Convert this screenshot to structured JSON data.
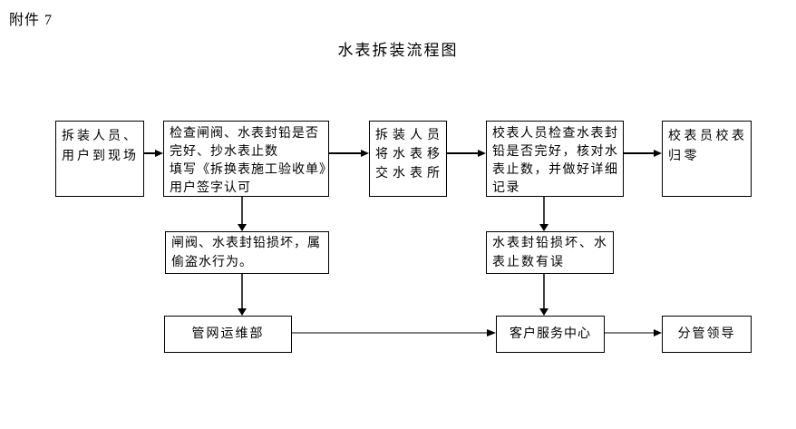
{
  "page": {
    "attachment_label": "附件 7",
    "title": "水表拆装流程图"
  },
  "flowchart": {
    "boxes": {
      "arrive": {
        "lines": [
          "拆装人员、",
          "用户到现场"
        ]
      },
      "check": {
        "lines": [
          "检查闸阀、水表封铅是否",
          "完好、抄水表止数",
          "填写《拆换表施工验收单》",
          "用户签字认可"
        ]
      },
      "transfer": {
        "lines": [
          "拆装人员",
          "将水表移",
          "交水表所"
        ]
      },
      "verify": {
        "lines": [
          "校表人员检查水表封",
          "铅是否完好，核对水",
          "表止数，并做好详细",
          "记录"
        ]
      },
      "reset": {
        "lines": [
          "校表员校表",
          "归零"
        ]
      },
      "damage_theft": {
        "lines": [
          "闸阀、水表封铅损坏，属",
          "偷盗水行为。"
        ]
      },
      "damage_error": {
        "lines": [
          "水表封铅损坏、水",
          "表止数有误"
        ]
      },
      "pipeline_dept": {
        "label": "管网运维部"
      },
      "service_center": {
        "label": "客户服务中心"
      },
      "leader": {
        "label": "分管领导"
      }
    },
    "colors": {
      "line_black": "#000000",
      "line_dark": "#404040",
      "line_gray": "#808080",
      "border": "#000000"
    }
  }
}
